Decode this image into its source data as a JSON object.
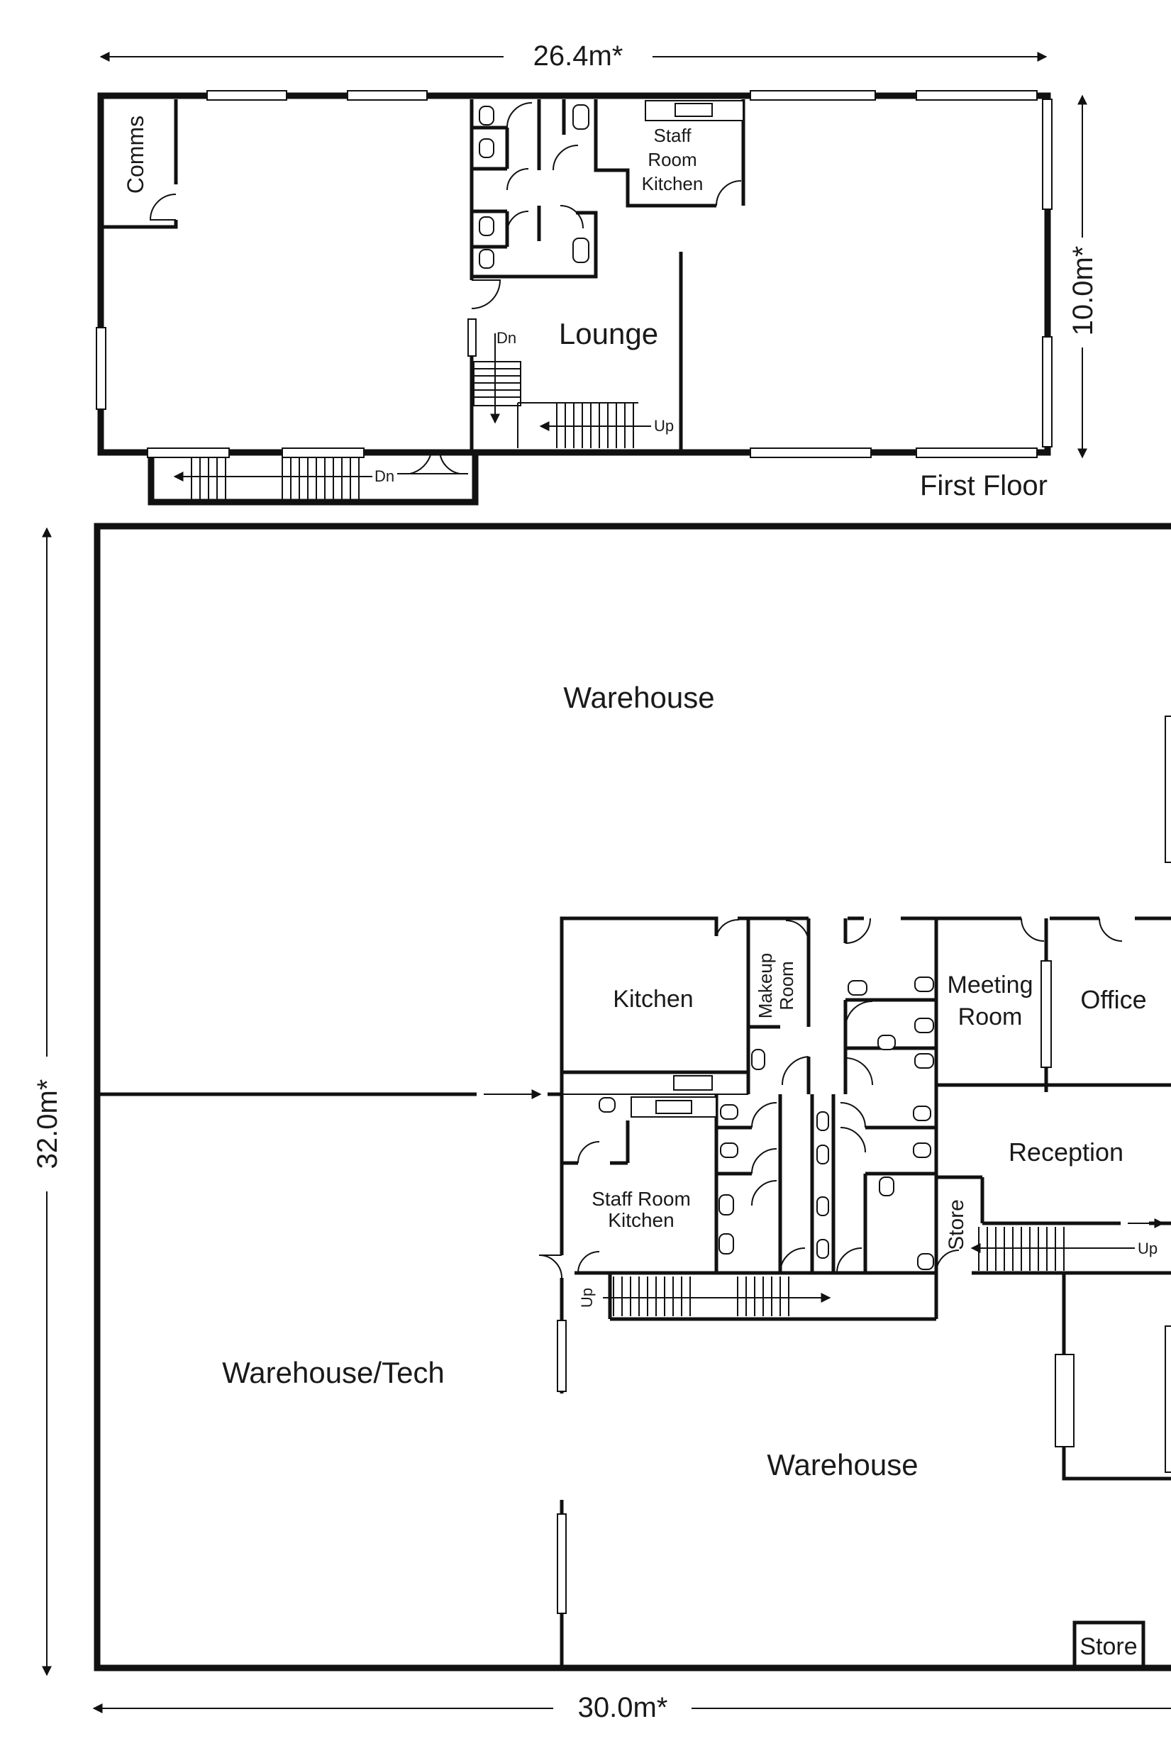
{
  "first_floor": {
    "dimensions": {
      "width": "26.4m*",
      "depth": "10.0m*"
    },
    "label": "First Floor",
    "rooms": {
      "comms": "Comms",
      "staff_kitchen": [
        "Staff",
        "Room",
        "Kitchen"
      ],
      "lounge": "Lounge"
    },
    "stairs": {
      "down_1": "Dn",
      "up": "Up",
      "down_2": "Dn"
    }
  },
  "ground_floor": {
    "dimensions": {
      "width": "30.0m*",
      "depth": "32.0m*"
    },
    "rooms": {
      "warehouse_top": "Warehouse",
      "kitchen": "Kitchen",
      "makeup_room": [
        "Makeup",
        "Room"
      ],
      "meeting_room": [
        "Meeting",
        "Room"
      ],
      "office": "Office",
      "reception": "Reception",
      "staff_kitchen": [
        "Staff Room",
        "Kitchen"
      ],
      "store_1": "Store",
      "warehouse_tech": "Warehouse/Tech",
      "warehouse_bottom": "Warehouse",
      "store_2": "Store"
    },
    "stairs": {
      "up_1": "Up",
      "up_2": "Up"
    }
  },
  "colors": {
    "line": "#111111",
    "background": "#ffffff"
  }
}
